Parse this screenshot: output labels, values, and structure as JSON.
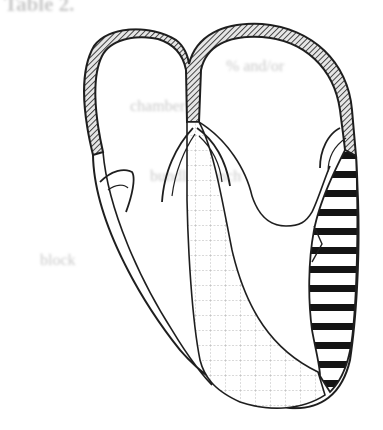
{
  "diagram": {
    "colors": {
      "outline": "#1e1e1e",
      "background": "#ffffff",
      "faint_text": "#c9c9c9",
      "grid": "#9a9a9a"
    },
    "background_text": {
      "title": "Table 2.",
      "lines": [
        "% and/or",
        "chamber",
        "bundle branch",
        "block"
      ]
    }
  }
}
